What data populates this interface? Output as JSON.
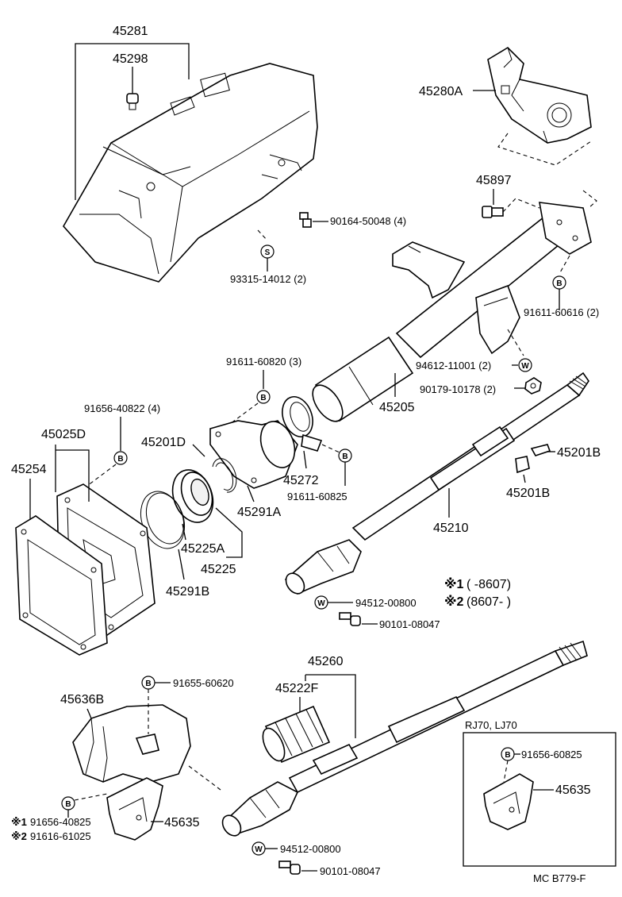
{
  "parts": {
    "p45281": "45281",
    "p45298": "45298",
    "p45280A": "45280A",
    "p45897": "45897",
    "p90164": "90164-50048 (4)",
    "p93315": "93315-14012 (2)",
    "p91611_60616": "91611-60616 (2)",
    "p94612": "94612-11001 (2)",
    "p90179": "90179-10178 (2)",
    "p91611_60820": "91611-60820 (3)",
    "p45205": "45205",
    "p91656_40822": "91656-40822 (4)",
    "p45025D": "45025D",
    "p45254": "45254",
    "p45201D": "45201D",
    "p45272": "45272",
    "p45201B_a": "45201B",
    "p45201B_b": "45201B",
    "p91611_60825": "91611-60825",
    "p45291A": "45291A",
    "p45210": "45210",
    "p45225A": "45225A",
    "p45225": "45225",
    "p45291B": "45291B",
    "p94512_a": "94512-00800",
    "p90101_a": "90101-08047",
    "p45260": "45260",
    "p45222F": "45222F",
    "p91655": "91655-60620",
    "p45636B": "45636B",
    "p91656_60825": "91656-60825",
    "p45635_a": "45635",
    "p45635_b": "45635",
    "p94512_b": "94512-00800",
    "p90101_b": "90101-08047",
    "p91656_40825": "91656-40825",
    "p91616": "91616-61025"
  },
  "notes": {
    "n1_mark": "※1",
    "n1_range": "(       -8607)",
    "n2_mark": "※2",
    "n2_range": "(8607-       )",
    "b1_mark": "※1",
    "b2_mark": "※2",
    "model_box": "RJ70, LJ70",
    "ref": "MC  B779-F"
  },
  "symbols": {
    "s": "S",
    "b": "B",
    "w": "W"
  }
}
